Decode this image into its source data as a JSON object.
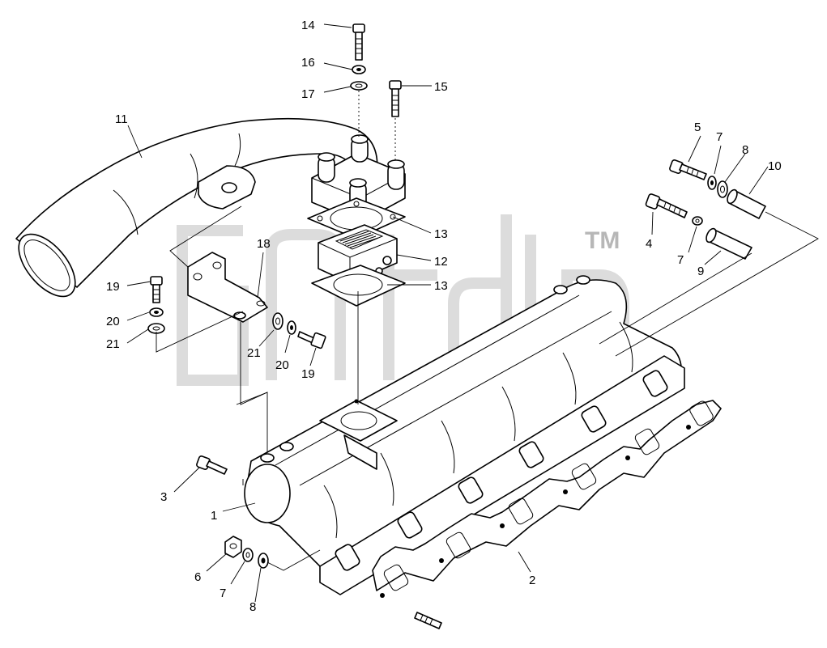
{
  "diagram": {
    "labels": [
      {
        "id": "l14",
        "text": "14"
      },
      {
        "id": "l16",
        "text": "16"
      },
      {
        "id": "l17",
        "text": "17"
      },
      {
        "id": "l15",
        "text": "15"
      },
      {
        "id": "l11",
        "text": "11"
      },
      {
        "id": "l13a",
        "text": "13"
      },
      {
        "id": "l12",
        "text": "12"
      },
      {
        "id": "l13b",
        "text": "13"
      },
      {
        "id": "l18",
        "text": "18"
      },
      {
        "id": "l19a",
        "text": "19"
      },
      {
        "id": "l20a",
        "text": "20"
      },
      {
        "id": "l21a",
        "text": "21"
      },
      {
        "id": "l21b",
        "text": "21"
      },
      {
        "id": "l20b",
        "text": "20"
      },
      {
        "id": "l19b",
        "text": "19"
      },
      {
        "id": "l5",
        "text": "5"
      },
      {
        "id": "l7a",
        "text": "7"
      },
      {
        "id": "l8a",
        "text": "8"
      },
      {
        "id": "l10",
        "text": "10"
      },
      {
        "id": "l4",
        "text": "4"
      },
      {
        "id": "l7b",
        "text": "7"
      },
      {
        "id": "l9",
        "text": "9"
      },
      {
        "id": "l3",
        "text": "3"
      },
      {
        "id": "l1",
        "text": "1"
      },
      {
        "id": "l6",
        "text": "6"
      },
      {
        "id": "l7c",
        "text": "7"
      },
      {
        "id": "l8b",
        "text": "8"
      },
      {
        "id": "l2",
        "text": "2"
      }
    ],
    "watermark": {
      "mark": "TM"
    },
    "colors": {
      "line": "#000000",
      "background": "#ffffff",
      "watermark": "#bfbfbf"
    }
  }
}
